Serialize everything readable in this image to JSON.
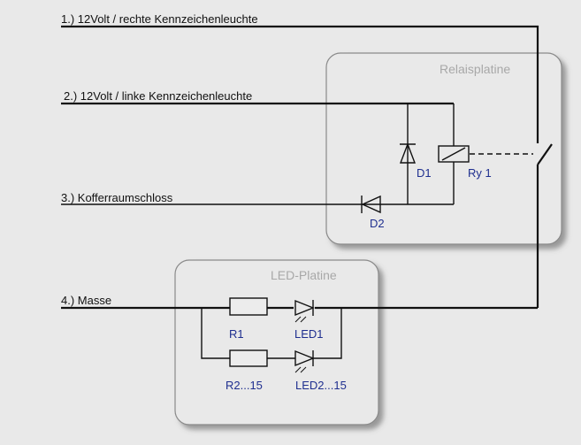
{
  "lines": {
    "line1": "1.) 12Volt / rechte Kennzeichenleuchte",
    "line2": "2.) 12Volt / linke Kennzeichenleuchte",
    "line3": "3.) Kofferraumschloss",
    "line4": "4.) Masse"
  },
  "boards": {
    "relay": "Relaisplatine",
    "led": "LED-Platine"
  },
  "components": {
    "d1": "D1",
    "d2": "D2",
    "ry1": "Ry 1",
    "r1": "R1",
    "led1": "LED1",
    "r2": "R2...15",
    "led2": "LED2...15"
  },
  "colors": {
    "background": "#e9e9e9",
    "board_fill": "#e9e9e9",
    "board_border": "#8a8a8a",
    "wire": "#111111",
    "component_label": "#1f2f8f",
    "board_label": "#a8a8a8"
  }
}
